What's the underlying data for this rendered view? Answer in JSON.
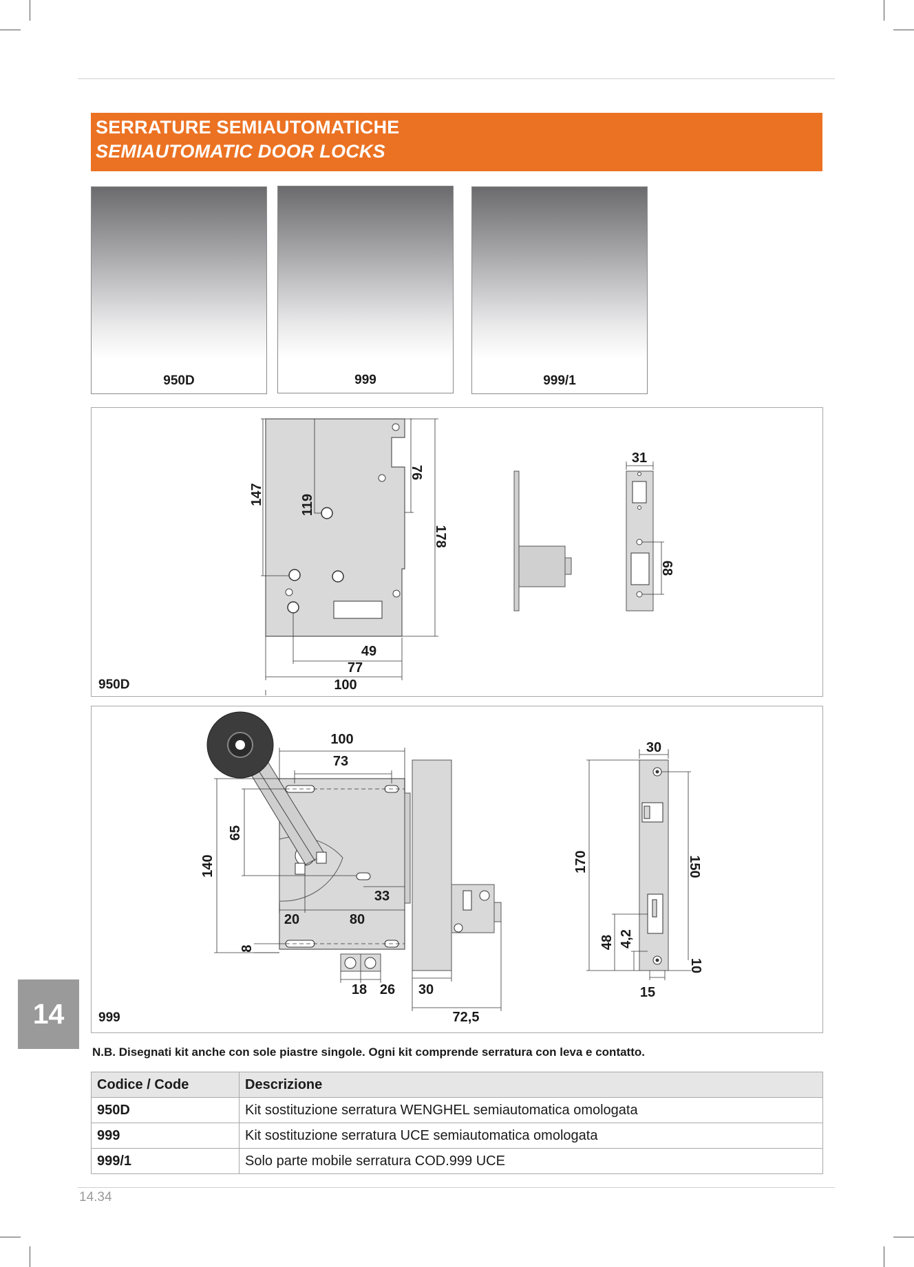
{
  "header": {
    "title_it": "SERRATURE SEMIAUTOMATICHE",
    "title_en": "SEMIAUTOMATIC DOOR LOCKS"
  },
  "photos": [
    {
      "caption": "950D"
    },
    {
      "caption": "999"
    },
    {
      "caption": "999/1"
    }
  ],
  "drawing_950d": {
    "label": "950D",
    "dims": {
      "d147": "147",
      "d119": "119",
      "d76": "76",
      "d178": "178",
      "d49": "49",
      "d77": "77",
      "d100": "100",
      "d31": "31",
      "d68": "68"
    }
  },
  "drawing_999": {
    "label": "999",
    "dims": {
      "d100": "100",
      "d73": "73",
      "d65": "65",
      "d140": "140",
      "d33": "33",
      "d20": "20",
      "d80": "80",
      "d8": "8",
      "d18": "18",
      "d26": "26",
      "d30": "30",
      "d72_5": "72,5",
      "d30b": "30",
      "d170": "170",
      "d150": "150",
      "d48": "48",
      "d4_2": "4,2",
      "d10": "10",
      "d15": "15"
    }
  },
  "section_tab": "14",
  "note": "N.B. Disegnati kit anche con sole piastre singole. Ogni kit comprende serratura con leva e contatto.",
  "table": {
    "headers": [
      "Codice / Code",
      "Descrizione"
    ],
    "rows": [
      {
        "code": "950D",
        "desc": "Kit sostituzione serratura WENGHEL semiautomatica omologata"
      },
      {
        "code": "999",
        "desc": "Kit sostituzione serratura UCE semiautomatica omologata"
      },
      {
        "code": "999/1",
        "desc": "Solo parte mobile serratura COD.999 UCE"
      }
    ]
  },
  "page_number": "14.34",
  "colors": {
    "banner": "#ec7223",
    "tab": "#9a9a9a",
    "plate": "#d9d9d9"
  }
}
